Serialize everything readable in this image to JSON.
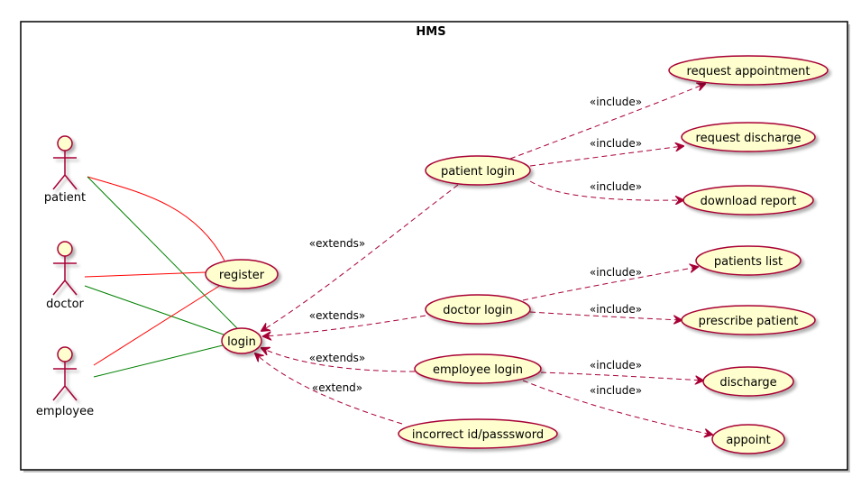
{
  "system": {
    "title": "HMS"
  },
  "colors": {
    "ellipse_fill": "#FEFECE",
    "ellipse_stroke": "#A80036",
    "actor_fill": "#FEFECE",
    "actor_stroke": "#A80036",
    "arrow": "#A80036",
    "assoc_red": "#FF0000",
    "assoc_green": "#008000",
    "text": "#000000"
  },
  "actors": [
    {
      "id": "patient",
      "label": "patient"
    },
    {
      "id": "doctor",
      "label": "doctor"
    },
    {
      "id": "employee",
      "label": "employee"
    }
  ],
  "use_cases": [
    {
      "id": "register",
      "label": "register"
    },
    {
      "id": "login",
      "label": "login"
    },
    {
      "id": "patient_login",
      "label": "patient login"
    },
    {
      "id": "doctor_login",
      "label": "doctor login"
    },
    {
      "id": "employee_login",
      "label": "employee login"
    },
    {
      "id": "incorrect",
      "label": "incorrect id/passsword"
    },
    {
      "id": "request_appointment",
      "label": "request appointment"
    },
    {
      "id": "request_discharge",
      "label": "request discharge"
    },
    {
      "id": "download_report",
      "label": "download report"
    },
    {
      "id": "patients_list",
      "label": "patients list"
    },
    {
      "id": "prescribe_patient",
      "label": "prescribe patient"
    },
    {
      "id": "discharge",
      "label": "discharge"
    },
    {
      "id": "appoint",
      "label": "appoint"
    }
  ],
  "associations": [
    {
      "from": "patient",
      "to": "register",
      "color": "red"
    },
    {
      "from": "patient",
      "to": "login",
      "color": "green"
    },
    {
      "from": "doctor",
      "to": "register",
      "color": "red"
    },
    {
      "from": "doctor",
      "to": "login",
      "color": "green"
    },
    {
      "from": "employee",
      "to": "register",
      "color": "red"
    },
    {
      "from": "employee",
      "to": "login",
      "color": "green"
    }
  ],
  "relations": [
    {
      "from": "patient_login",
      "to": "login",
      "label": "«extends»"
    },
    {
      "from": "doctor_login",
      "to": "login",
      "label": "«extends»"
    },
    {
      "from": "employee_login",
      "to": "login",
      "label": "«extends»"
    },
    {
      "from": "incorrect",
      "to": "login",
      "label": "«extend»"
    },
    {
      "from": "patient_login",
      "to": "request_appointment",
      "label": "«include»"
    },
    {
      "from": "patient_login",
      "to": "request_discharge",
      "label": "«include»"
    },
    {
      "from": "patient_login",
      "to": "download_report",
      "label": "«include»"
    },
    {
      "from": "doctor_login",
      "to": "patients_list",
      "label": "«include»"
    },
    {
      "from": "doctor_login",
      "to": "prescribe_patient",
      "label": "«include»"
    },
    {
      "from": "employee_login",
      "to": "discharge",
      "label": "«include»"
    },
    {
      "from": "employee_login",
      "to": "appoint",
      "label": "«include»"
    }
  ]
}
